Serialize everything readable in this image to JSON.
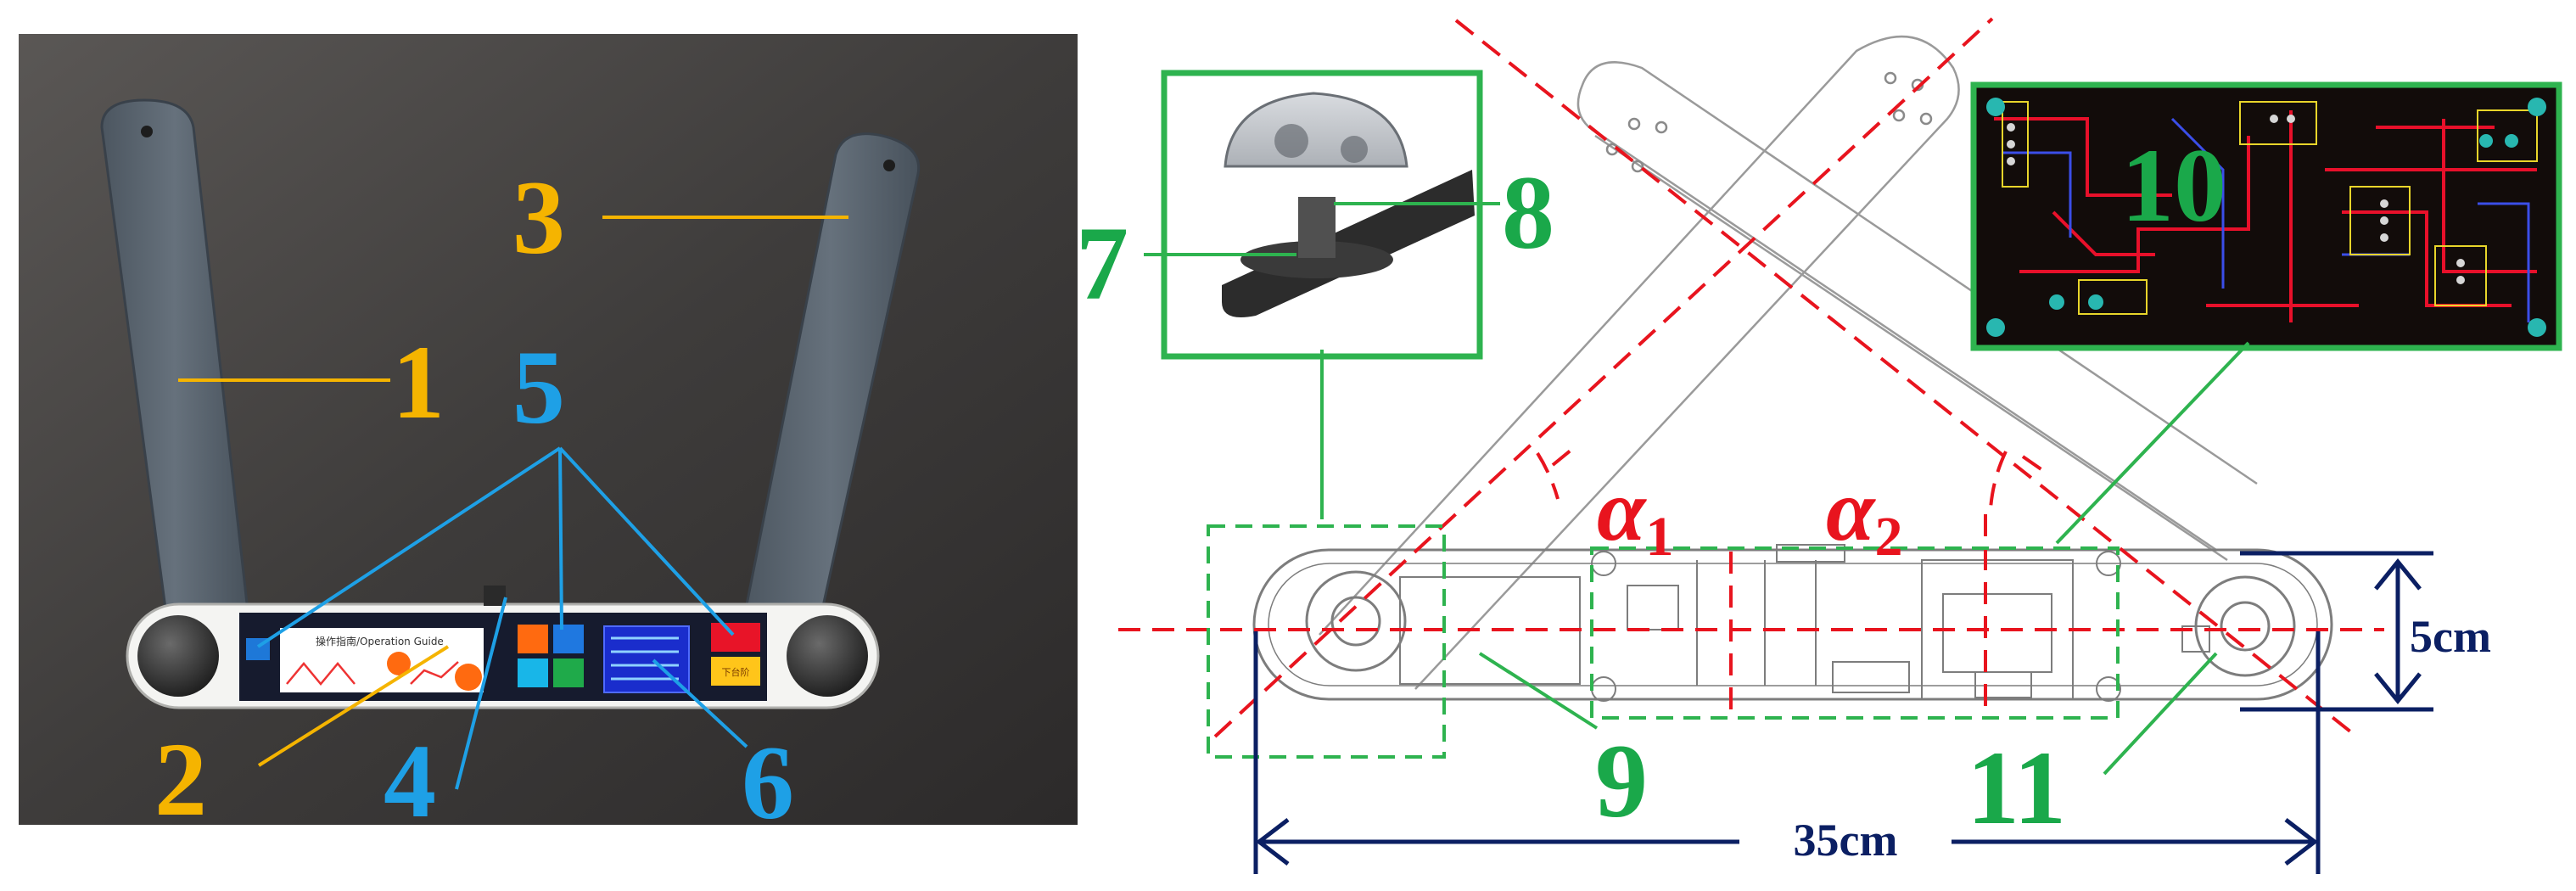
{
  "colors": {
    "yellow_label": "#f5b400",
    "blue_label": "#1ea0e6",
    "green_label": "#1aa84a",
    "red_label": "#e8141e",
    "navy_dimension": "#0b1f63",
    "red_dash": "#e8141e",
    "green_dash": "#2eb34f"
  },
  "photo": {
    "labels": [
      "1",
      "2",
      "3",
      "4",
      "5",
      "6"
    ],
    "panel_text": "操作指南/Operation Guide",
    "button_text": "下台阶"
  },
  "drawing": {
    "labels": [
      "7",
      "8",
      "9",
      "10",
      "11"
    ],
    "angle_1": "α",
    "angle_1_sub": "1",
    "angle_2": "α",
    "angle_2_sub": "2",
    "width_dim": "5cm",
    "length_dim": "35cm"
  }
}
